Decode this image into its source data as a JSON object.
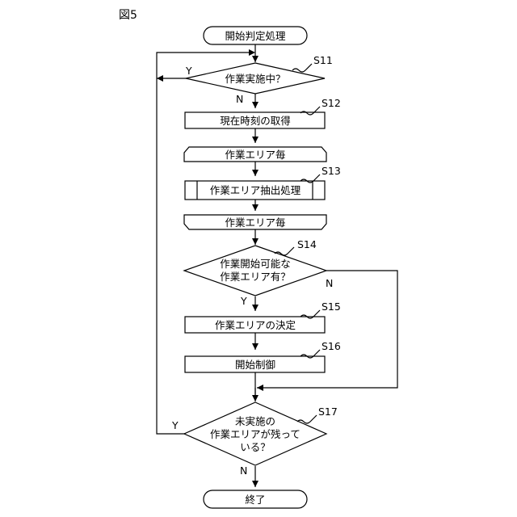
{
  "figure_label": "図5",
  "nodes": {
    "start": "開始判定処理",
    "s11": "作業実施中？",
    "s12": "現在時刻の取得",
    "loop_start": "作業エリア毎",
    "s13": "作業エリア抽出処理",
    "loop_end": "作業エリア毎",
    "s14_line1": "作業開始可能な",
    "s14_line2": "作業エリア有？",
    "s15": "作業エリアの決定",
    "s16": "開始制御",
    "s17_line1": "未実施の",
    "s17_line2": "作業エリアが残って",
    "s17_line3": "いる？",
    "end": "終了"
  },
  "step_labels": {
    "s11": "S11",
    "s12": "S12",
    "s13": "S13",
    "s14": "S14",
    "s15": "S15",
    "s16": "S16",
    "s17": "S17"
  },
  "branch_labels": {
    "s11_yes": "Y",
    "s11_no": "N",
    "s14_yes": "Y",
    "s14_no": "N",
    "s17_yes": "Y",
    "s17_no": "N"
  }
}
